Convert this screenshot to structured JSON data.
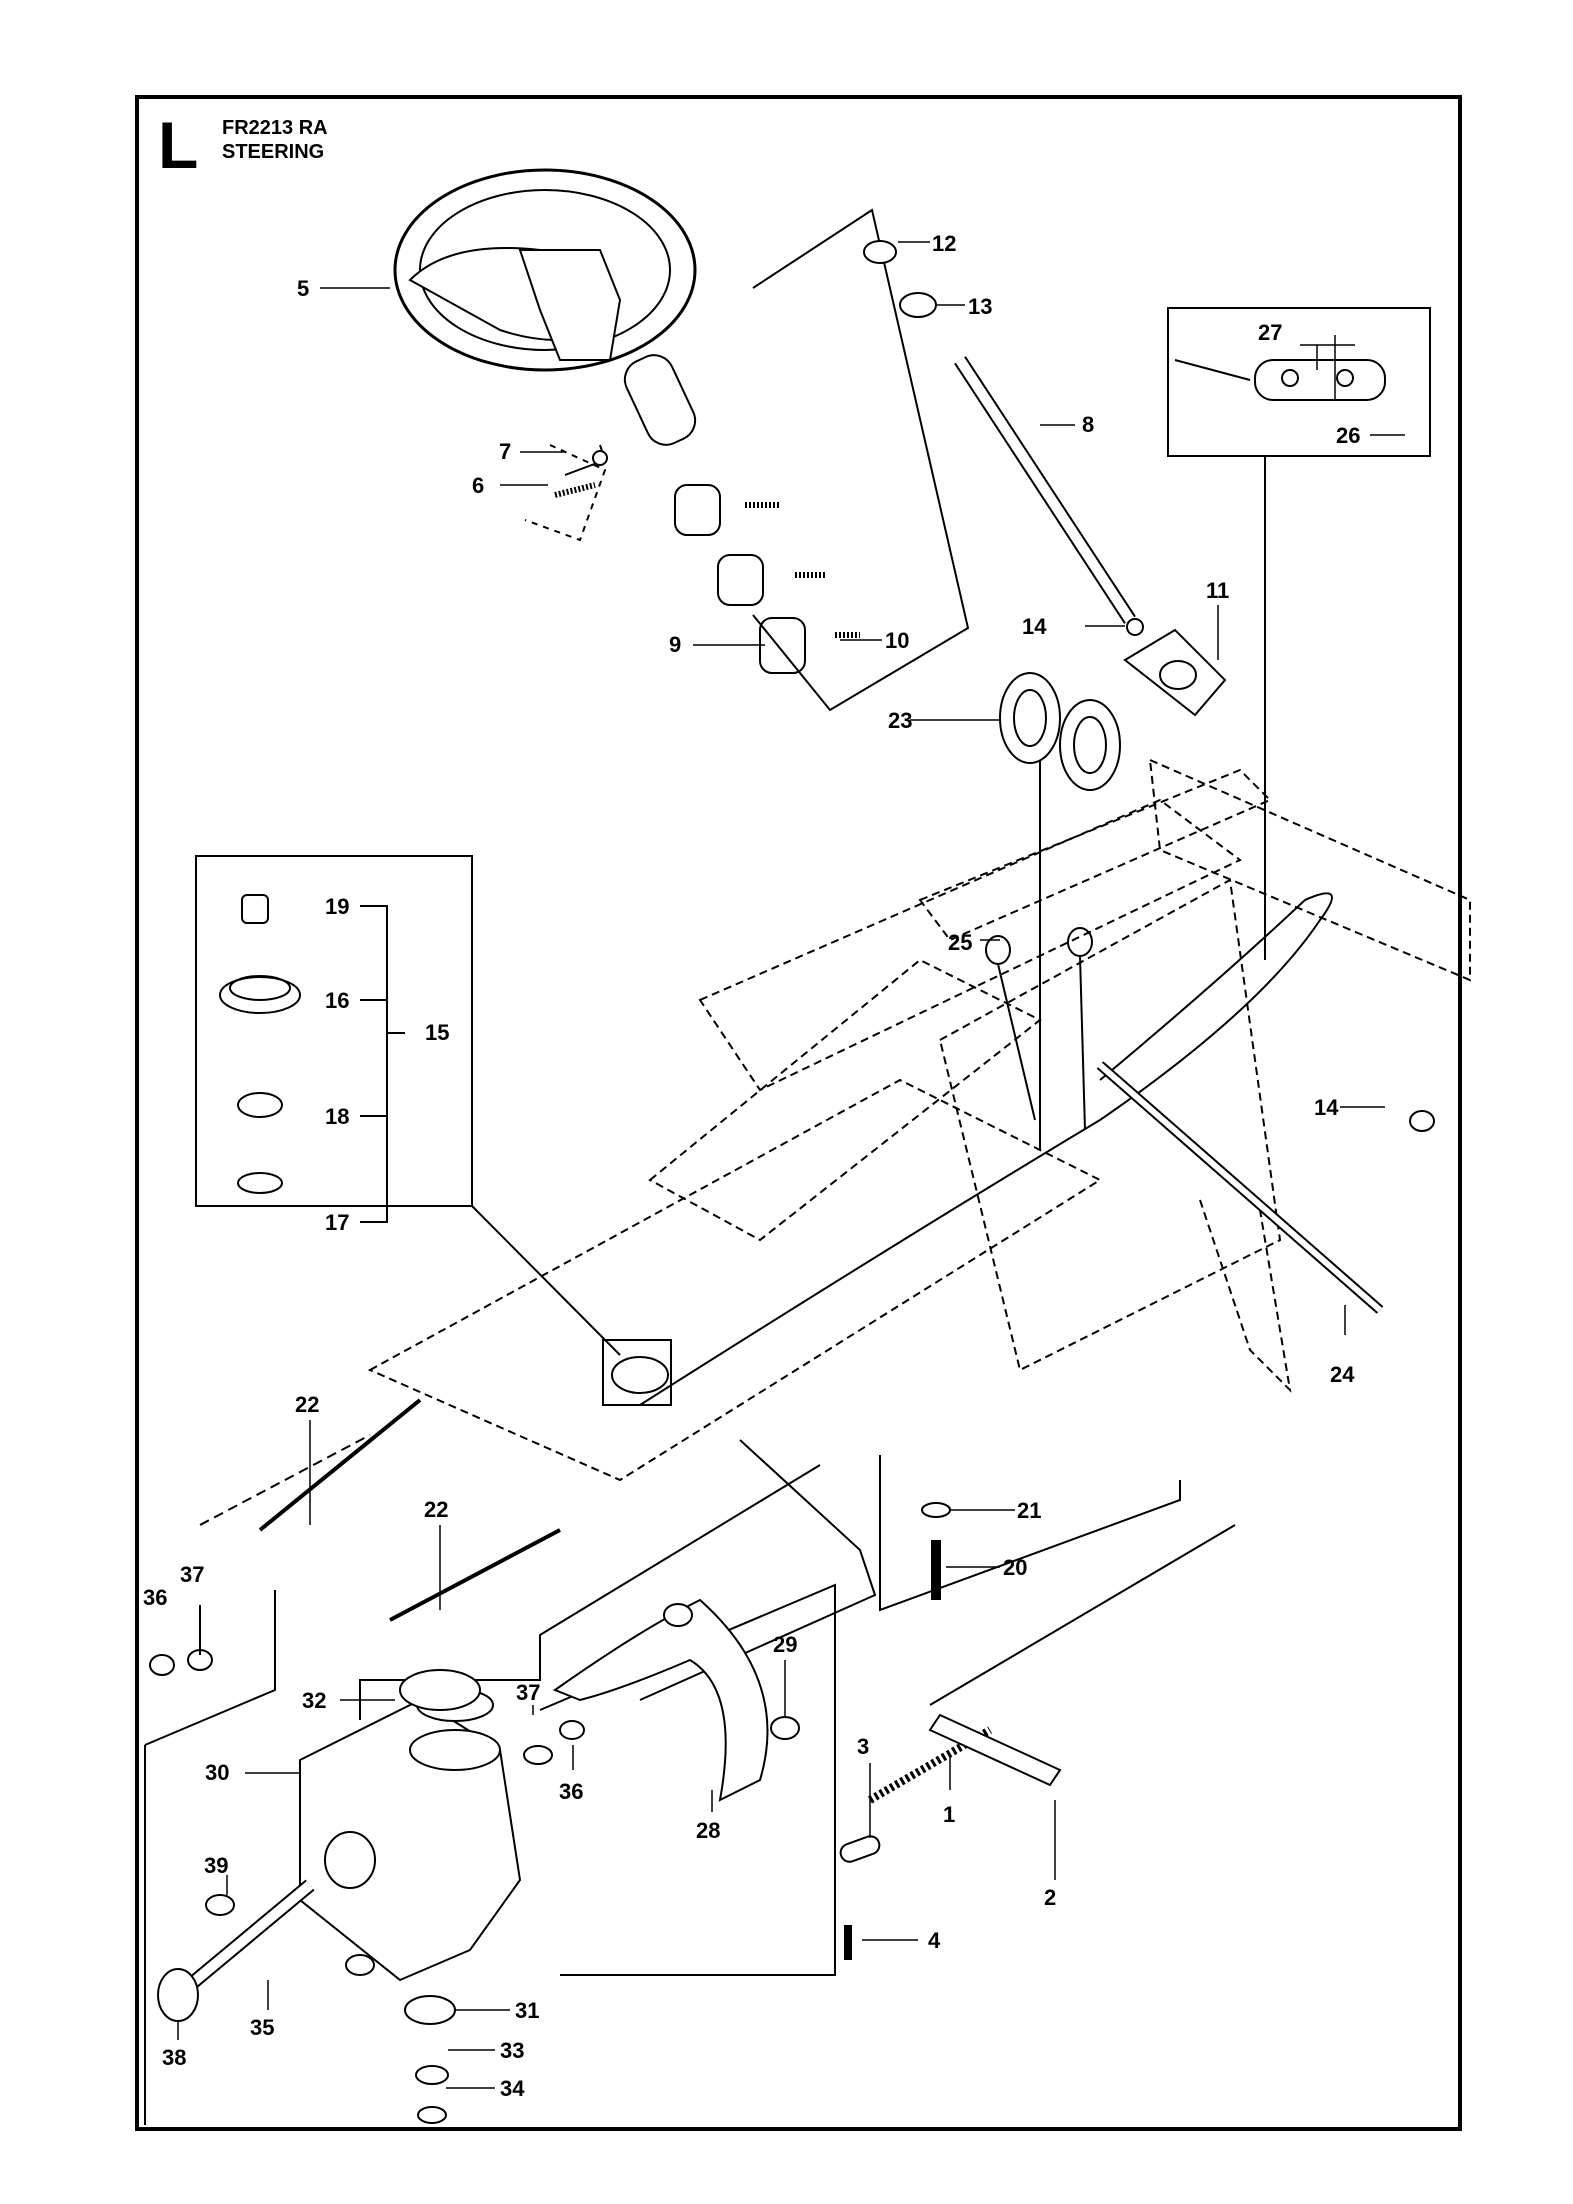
{
  "header": {
    "section_letter": "L",
    "model": "FR2213 RA",
    "title": "STEERING"
  },
  "callouts": [
    "1",
    "2",
    "3",
    "4",
    "5",
    "6",
    "7",
    "8",
    "9",
    "10",
    "11",
    "12",
    "13",
    "14",
    "14",
    "15",
    "16",
    "17",
    "18",
    "19",
    "20",
    "21",
    "22",
    "22",
    "23",
    "24",
    "25",
    "26",
    "27",
    "28",
    "29",
    "30",
    "31",
    "32",
    "33",
    "34",
    "35",
    "36",
    "36",
    "37",
    "37",
    "38",
    "39"
  ]
}
